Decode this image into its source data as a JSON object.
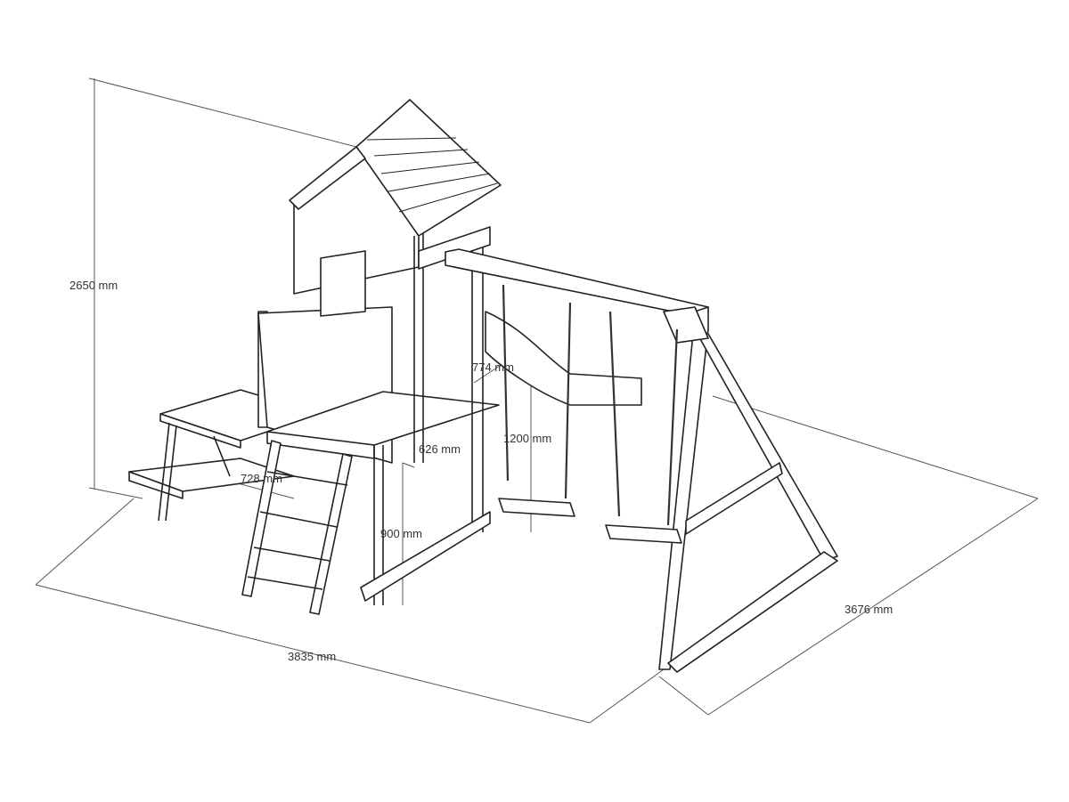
{
  "dimensions": {
    "height_total": "2650 mm",
    "swing_beam_depth": "774 mm",
    "swing_seat_height": "1200 mm",
    "platform_step": "626 mm",
    "table_width": "728 mm",
    "platform_height": "900 mm",
    "length_total": "3835 mm",
    "width_total": "3676 mm"
  },
  "colors": {
    "line": "#222222",
    "dimension_line": "#555555",
    "background": "#ffffff"
  }
}
